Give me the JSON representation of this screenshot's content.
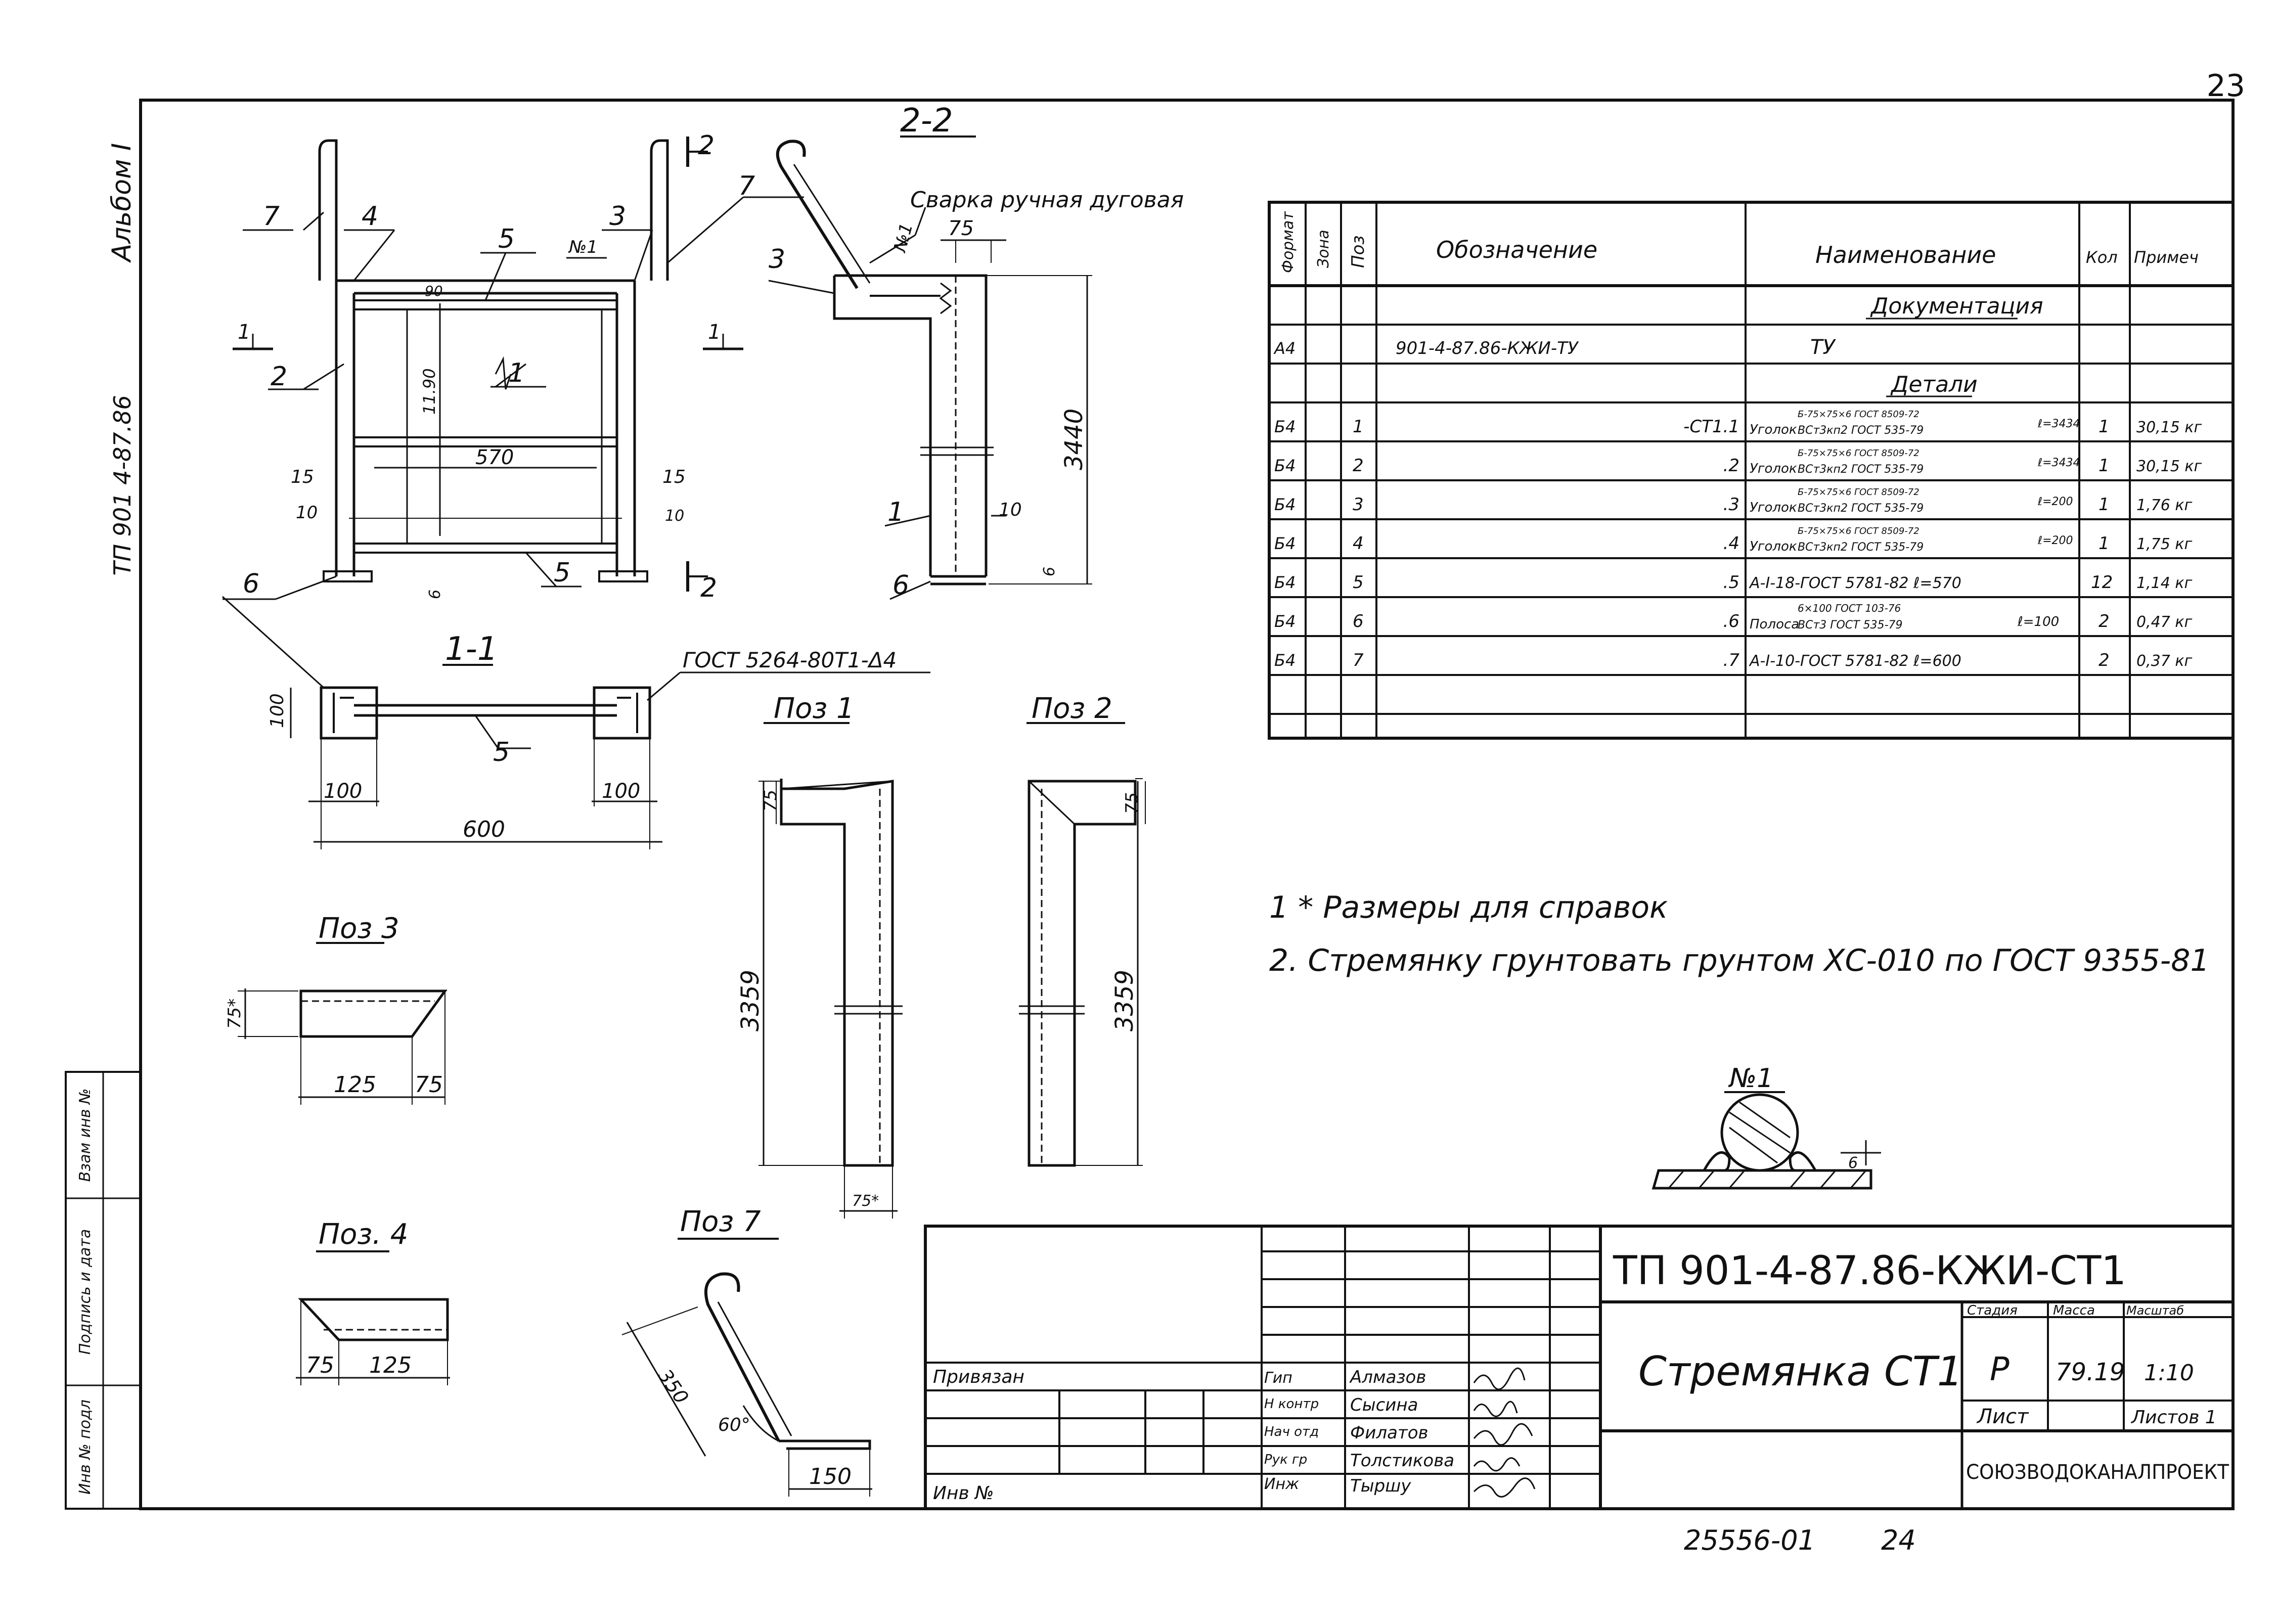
{
  "page_number": "23",
  "album_label": "Альбом I",
  "side_code": "ТП 901 4-87.86",
  "side_columns": [
    "Взам инв №",
    "Подпись и дата",
    "Инв № подл"
  ],
  "views": {
    "section_2_2": {
      "title": "2-2",
      "weld_note": "Сварка ручная дуговая",
      "weld_mark": "№1",
      "dims": [
        "75",
        "3440",
        "10",
        "6"
      ],
      "positions": [
        "3",
        "7",
        "1",
        "6"
      ]
    },
    "front": {
      "positions": [
        "7",
        "4",
        "5",
        "№1",
        "3",
        "2",
        "1",
        "6",
        "5"
      ],
      "dims": [
        "90",
        "11.90",
        "570",
        "15",
        "15",
        "10",
        "10",
        "6"
      ],
      "section_marks": [
        "1",
        "1",
        "2",
        "2"
      ]
    },
    "section_1_1": {
      "title": "1-1",
      "note": "ГОСТ 5264-80Т1-Δ4",
      "dims": [
        "100",
        "100",
        "100",
        "600"
      ],
      "position": "5"
    },
    "poz1": {
      "title": "Поз 1",
      "dims": [
        "75",
        "3359",
        "75*"
      ]
    },
    "poz2": {
      "title": "Поз 2",
      "dims": [
        "75",
        "3359"
      ]
    },
    "poz3": {
      "title": "Поз 3",
      "dims": [
        "75*",
        "125",
        "75"
      ]
    },
    "poz4": {
      "title": "Поз. 4",
      "dims": [
        "75",
        "125"
      ]
    },
    "poz7": {
      "title": "Поз 7",
      "dims": [
        "350",
        "60°",
        "150"
      ]
    },
    "detail_1": {
      "title": "№1",
      "dim": "6"
    }
  },
  "spec_table": {
    "headers": [
      "Формат",
      "Зона",
      "Поз",
      "Обозначение",
      "Наименование",
      "Кол",
      "Примеч"
    ],
    "section_docs": "Документация",
    "doc_row": {
      "format": "А4",
      "designation": "901-4-87.86-КЖИ-ТУ",
      "name": "ТУ"
    },
    "section_details": "Детали",
    "rows": [
      {
        "format": "Б4",
        "pos": "1",
        "designation": "-СТ1.1",
        "name_top": "Б-75×75×6 ГОСТ 8509-72",
        "name_prefix": "Уголок",
        "name_bottom": "ВСт3кп2 ГОСТ 535-79",
        "length": "ℓ=3434",
        "qty": "1",
        "note": "30,15 кг"
      },
      {
        "format": "Б4",
        "pos": "2",
        "designation": ".2",
        "name_top": "Б-75×75×6 ГОСТ 8509-72",
        "name_prefix": "Уголок",
        "name_bottom": "ВСт3кп2 ГОСТ 535-79",
        "length": "ℓ=3434",
        "qty": "1",
        "note": "30,15 кг"
      },
      {
        "format": "Б4",
        "pos": "3",
        "designation": ".3",
        "name_top": "Б-75×75×6 ГОСТ 8509-72",
        "name_prefix": "Уголок",
        "name_bottom": "ВСт3кп2 ГОСТ 535-79",
        "length": "ℓ=200",
        "qty": "1",
        "note": "1,76 кг"
      },
      {
        "format": "Б4",
        "pos": "4",
        "designation": ".4",
        "name_top": "Б-75×75×6 ГОСТ 8509-72",
        "name_prefix": "Уголок",
        "name_bottom": "ВСт3кп2 ГОСТ 535-79",
        "length": "ℓ=200",
        "qty": "1",
        "note": "1,75 кг"
      },
      {
        "format": "Б4",
        "pos": "5",
        "designation": ".5",
        "name_full": "А-I-18-ГОСТ 5781-82 ℓ=570",
        "qty": "12",
        "note": "1,14 кг"
      },
      {
        "format": "Б4",
        "pos": "6",
        "designation": ".6",
        "name_top": "6×100 ГОСТ 103-76",
        "name_prefix": "Полоса",
        "name_bottom": "ВСт3 ГОСТ 535-79",
        "length": "ℓ=100",
        "qty": "2",
        "note": "0,47 кг"
      },
      {
        "format": "Б4",
        "pos": "7",
        "designation": ".7",
        "name_full": "А-I-10-ГОСТ 5781-82 ℓ=600",
        "qty": "2",
        "note": "0,37 кг"
      }
    ]
  },
  "notes": [
    "1 * Размеры для справок",
    "2. Стремянку грунтовать грунтом ХС-010 по ГОСТ 9355-81"
  ],
  "title_block": {
    "code": "ТП 901-4-87.86-КЖИ-СТ1",
    "name": "Стремянка СТ1",
    "headers": [
      "Стадия",
      "Масса",
      "Масштаб"
    ],
    "stage": "Р",
    "mass": "79.19",
    "scale": "1:10",
    "sheet_label": "Лист",
    "sheets_label": "Листов 1",
    "org": "СОЮЗВОДОКАНАЛПРОЕКТ",
    "tied_label": "Привязан",
    "inv_label": "Инв №",
    "roles": [
      {
        "role": "Гип",
        "name": "Алмазов"
      },
      {
        "role": "Н контр",
        "name": "Сысина"
      },
      {
        "role": "Нач отд",
        "name": "Филатов"
      },
      {
        "role": "Рук гр",
        "name": "Толстикова"
      },
      {
        "role": "Инж",
        "name": "Тыршу"
      }
    ]
  },
  "bottom_code": "25556-01",
  "bottom_sheet": "24"
}
